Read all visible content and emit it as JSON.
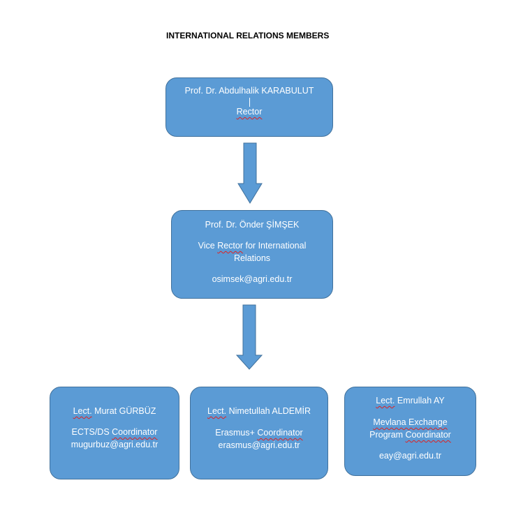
{
  "title": "INTERNATIONAL RELATIONS MEMBERS",
  "colors": {
    "box_fill": "#5b9bd5",
    "box_border": "#41719c",
    "text": "#ffffff",
    "spell_underline": "#e02020"
  },
  "rector": {
    "name": "Prof. Dr. Abdulhalik KARABULUT",
    "role": "Rector"
  },
  "vice_rector": {
    "name": "Prof. Dr. Önder ŞİMŞEK",
    "role_prefix": "Vice ",
    "role_main": "Rector",
    "role_suffix": " for International",
    "role_line2": "Relations",
    "email": "osimsek@agri.edu.tr"
  },
  "coordinators": [
    {
      "title": "Lect.",
      "name": " Murat GÜRBÜZ",
      "role_prefix": "ECTS/DS ",
      "role_main": "Coordinator",
      "email": "mugurbuz@agri.edu.tr"
    },
    {
      "title": "Lect.",
      "name": " Nimetullah ALDEMİR",
      "role_prefix": "Erasmus+ ",
      "role_main": "Coordinator",
      "email": "erasmus@agri.edu.tr"
    },
    {
      "title": "Lect.",
      "name": " Emrullah AY",
      "role_line1": "Mevlana Exchange",
      "role_prefix": "Program ",
      "role_main": "Coordinator",
      "email": "eay@agri.edu.tr"
    }
  ]
}
